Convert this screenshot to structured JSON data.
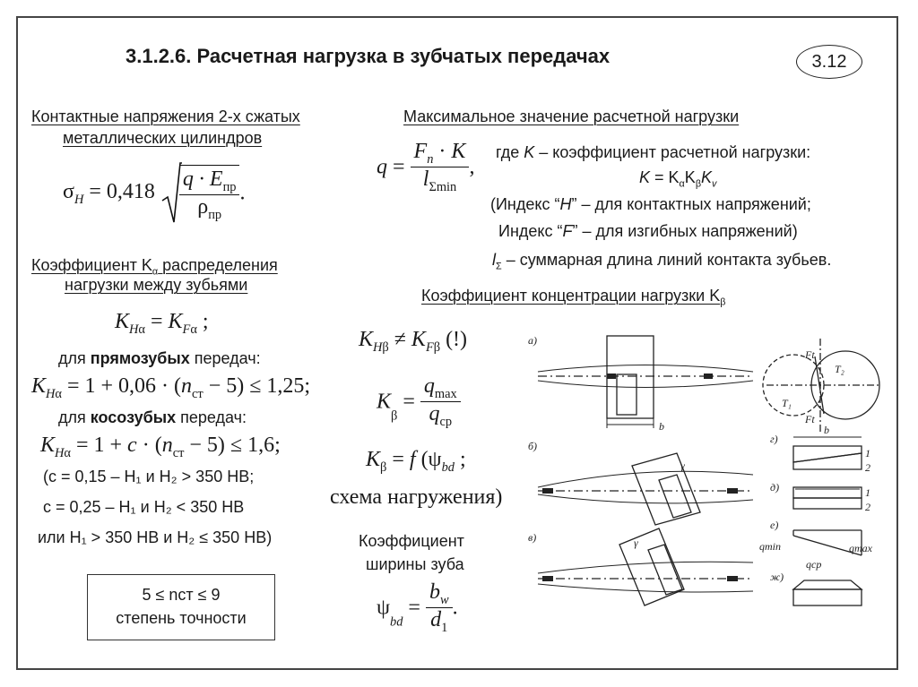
{
  "title": "3.1.2.6. Расчетная нагрузка в зубчатых передачах",
  "slide_number": "3.12",
  "contact": {
    "heading_line1": "Контактные напряжения 2-х сжатых",
    "heading_line2": "металлических цилиндров",
    "sigma": "σ",
    "sigma_sub": "H",
    "eq_const": " = 0,418",
    "num_q": "q · E",
    "num_sub": "пр",
    "den_rho": "ρ",
    "den_sub": "пр",
    "end": "."
  },
  "kalpha": {
    "heading_line1_pre": "Коэффициент K",
    "heading_line1_sub": "α",
    "heading_line1_post": " распределения",
    "heading_line2": "нагрузки между зубьями",
    "eq1": "K_Hα = K_Fα ;",
    "straight_pre": "для ",
    "straight_bold": "прямозубых",
    "straight_post": " передач:",
    "eq2": "K_Hα = 1 + 0,06 · (n_ст − 5) ≤ 1,25;",
    "helical_pre": "для ",
    "helical_bold": "косозубых",
    "helical_post": " передач:",
    "eq3": "K_Hα = 1 + c · (n_ст − 5) ≤ 1,6;",
    "cond1": "(c = 0,15 – H₁ и H₂ > 350 HB;",
    "cond2": "c = 0,25 – H₁ и H₂ < 350 HB",
    "cond3": "или H₁ > 350 HB и H₂ ≤ 350 HB)"
  },
  "accuracy_box": {
    "line1": "5 ≤ nст ≤ 9",
    "line2": "степень точности"
  },
  "max_load": {
    "heading": "Максимальное значение расчетной нагрузки",
    "q_eq": "q =",
    "num": "F_n · K",
    "den": "l_Σmin",
    "comma": ",",
    "where": "где K – коэффициент расчетной нагрузки:",
    "k_eq": "K = KαKβKv",
    "index_h": "(Индекс “H” – для контактных напряжений;",
    "index_f": "Индекс “F” – для изгибных напряжений)",
    "l_sigma": "lΣ – суммарная длина линий контакта зубьев."
  },
  "kbeta": {
    "heading": "Коэффициент концентрации нагрузки Kβ",
    "eq1": "K_Hβ ≠ K_Fβ (!)",
    "eq2_lhs": "K_β =",
    "eq2_num": "q_max",
    "eq2_den": "q_ср",
    "eq3": "K_β = f (ψ_bd ;",
    "eq3_cont": "схема нагружения)",
    "width_line1": "Коэффициент",
    "width_line2": "ширины зуба",
    "psi_lhs": "ψ_bd =",
    "psi_num": "b_w",
    "psi_den": "d_1",
    "psi_end": "."
  },
  "figure": {
    "labels": {
      "a": "а)",
      "b": "б)",
      "v": "в)",
      "g": "г)",
      "d": "д)",
      "e": "е)",
      "zh": "ж)",
      "b_dim": "b",
      "gamma": "γ",
      "ft": "Ft",
      "t1": "T₁",
      "t2": "T₂",
      "one": "1",
      "two": "2",
      "qmin": "qmin",
      "qmax": "qmax",
      "qcp": "qср"
    }
  }
}
